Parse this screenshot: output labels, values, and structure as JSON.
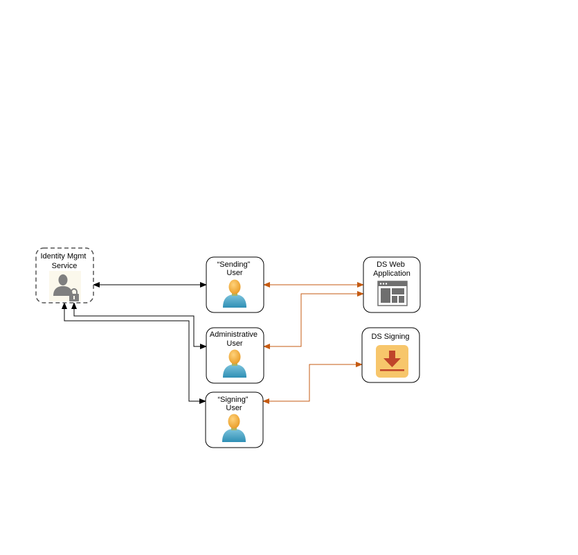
{
  "diagram": {
    "type": "architecture",
    "colors": {
      "user_link": "#000000",
      "app_link": "#c55a11",
      "node_border": "#000000",
      "service_border": "#555555",
      "idp_icon_bg": "#fbf8ec",
      "idp_icon_fg": "#7f7f7f",
      "webapp_icon": "#6f6f6f",
      "signing_icon_bg": "#f7c66b",
      "signing_icon_fg": "#c0442a",
      "person_head": "#f2a93b",
      "person_body": "#4aa6c8"
    },
    "nodes": [
      {
        "id": "idp",
        "label_lines": [
          "Identity Mgmt",
          "Service"
        ],
        "icon": "user-lock-icon",
        "style": "dashed"
      },
      {
        "id": "sending",
        "label_lines": [
          "“Sending”",
          "User"
        ],
        "icon": "person-icon",
        "style": "solid"
      },
      {
        "id": "admin",
        "label_lines": [
          "Administrative",
          "User"
        ],
        "icon": "person-icon",
        "style": "solid"
      },
      {
        "id": "signing",
        "label_lines": [
          "“Signing”",
          "User"
        ],
        "icon": "person-icon",
        "style": "solid"
      },
      {
        "id": "webapp",
        "label_lines": [
          "DS Web",
          "Application"
        ],
        "icon": "browser-window-icon",
        "style": "solid"
      },
      {
        "id": "dssigning",
        "label_lines": [
          "DS Signing"
        ],
        "icon": "download-icon",
        "style": "solid"
      }
    ],
    "edges": [
      {
        "from": "idp",
        "to": "sending",
        "color": "user_link",
        "arrows": "both"
      },
      {
        "from": "idp",
        "to": "admin",
        "color": "user_link",
        "arrows": "both"
      },
      {
        "from": "idp",
        "to": "signing",
        "color": "user_link",
        "arrows": "both"
      },
      {
        "from": "sending",
        "to": "webapp",
        "color": "app_link",
        "arrows": "both"
      },
      {
        "from": "admin",
        "to": "webapp",
        "color": "app_link",
        "arrows": "both"
      },
      {
        "from": "signing",
        "to": "dssigning",
        "color": "app_link",
        "arrows": "both"
      }
    ]
  }
}
